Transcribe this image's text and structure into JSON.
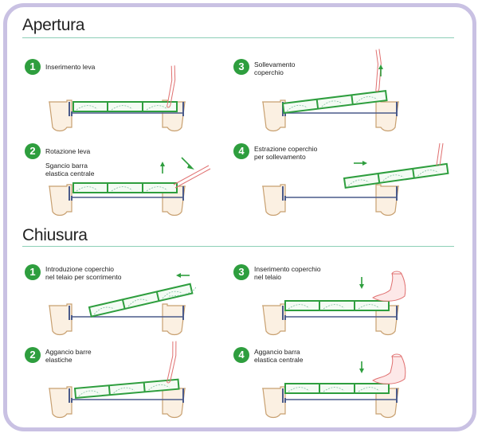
{
  "sections": [
    {
      "title": "Apertura"
    },
    {
      "title": "Chiusura"
    }
  ],
  "steps": [
    {
      "num": "1",
      "caption": "Inserimento leva"
    },
    {
      "num": "3",
      "caption": "Sollevamento\ncoperchio"
    },
    {
      "num": "2",
      "caption": "Rotazione leva"
    },
    {
      "num": "4",
      "caption": "Estrazione coperchio\nper sollevamento"
    },
    {
      "num": "1",
      "caption": "Introduzione coperchio\nnel telaio per scorrimento"
    },
    {
      "num": "3",
      "caption": "Inserimento coperchio\nnel telaio"
    },
    {
      "num": "2",
      "caption": "Aggancio barre\nelastiche"
    },
    {
      "num": "4",
      "caption": "Aggancio barra\nelastica centrale"
    }
  ],
  "extra_labels": {
    "sgancio": "Sgancio barra\nelastica centrale"
  },
  "colors": {
    "border": "#c9c1e3",
    "accent_green": "#2e9e3e",
    "rule": "#8ccfb7",
    "ground": "#c8a070",
    "frame": "#4a5a8a",
    "lever": "#e07070",
    "arrow": "#2e9e3e"
  }
}
